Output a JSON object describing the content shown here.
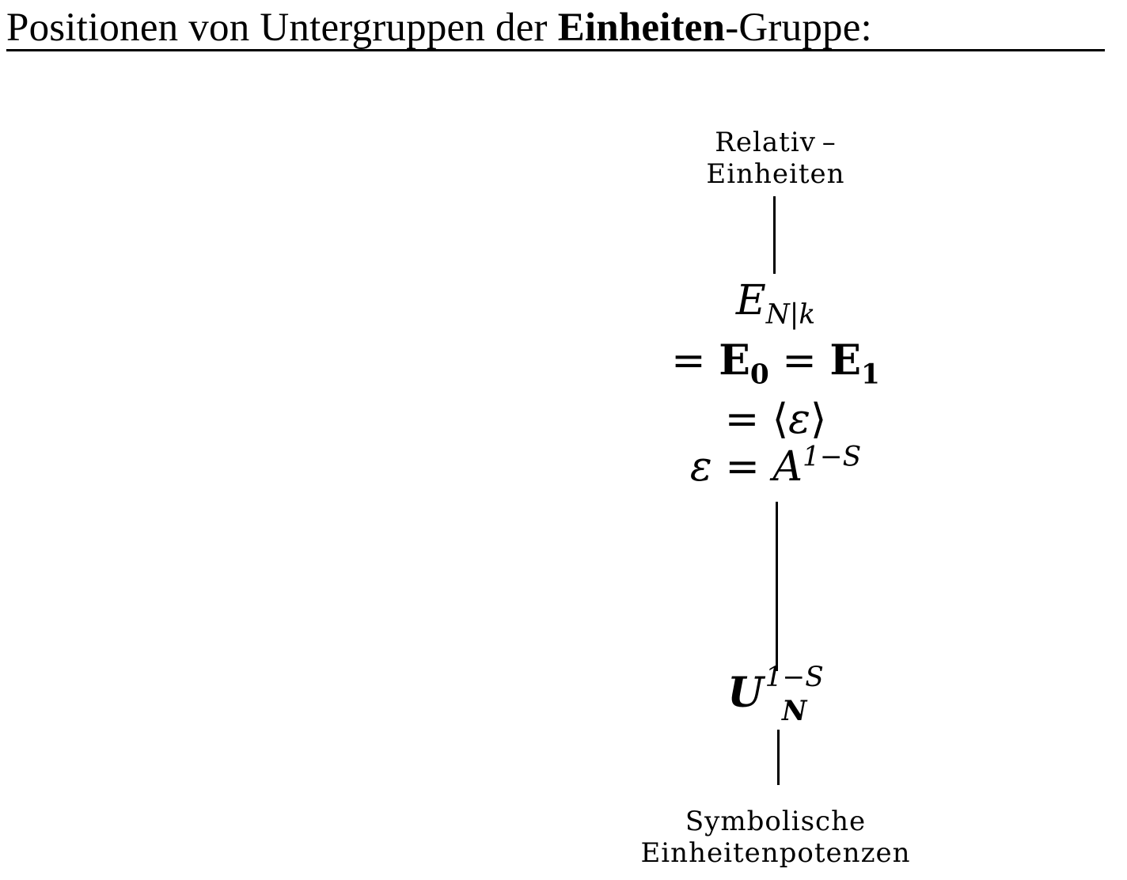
{
  "title": {
    "prefix": "Positionen von Untergruppen der ",
    "bold": "Einheiten",
    "suffix": "-Gruppe:"
  },
  "nodes": {
    "top": {
      "line1": "Relativ –",
      "line2": "Einheiten"
    },
    "bottom": {
      "line1": "Symbolische",
      "line2": "Einheitenpotenzen"
    }
  },
  "math": {
    "enk": {
      "base": "E",
      "sub": "N|k"
    },
    "e0e1": {
      "eq1": "= ",
      "e0": "E",
      "e0sub": "0",
      "eq2": " = ",
      "e1": "E",
      "e1sub": "1"
    },
    "eps": {
      "text": "= ⟨",
      "var": "ε",
      "close": "⟩"
    },
    "a": {
      "var": "ε",
      "eq": " = ",
      "base": "A",
      "sup": "1−S"
    },
    "u": {
      "base": "U",
      "sup": "1−S",
      "sub": "N"
    }
  }
}
